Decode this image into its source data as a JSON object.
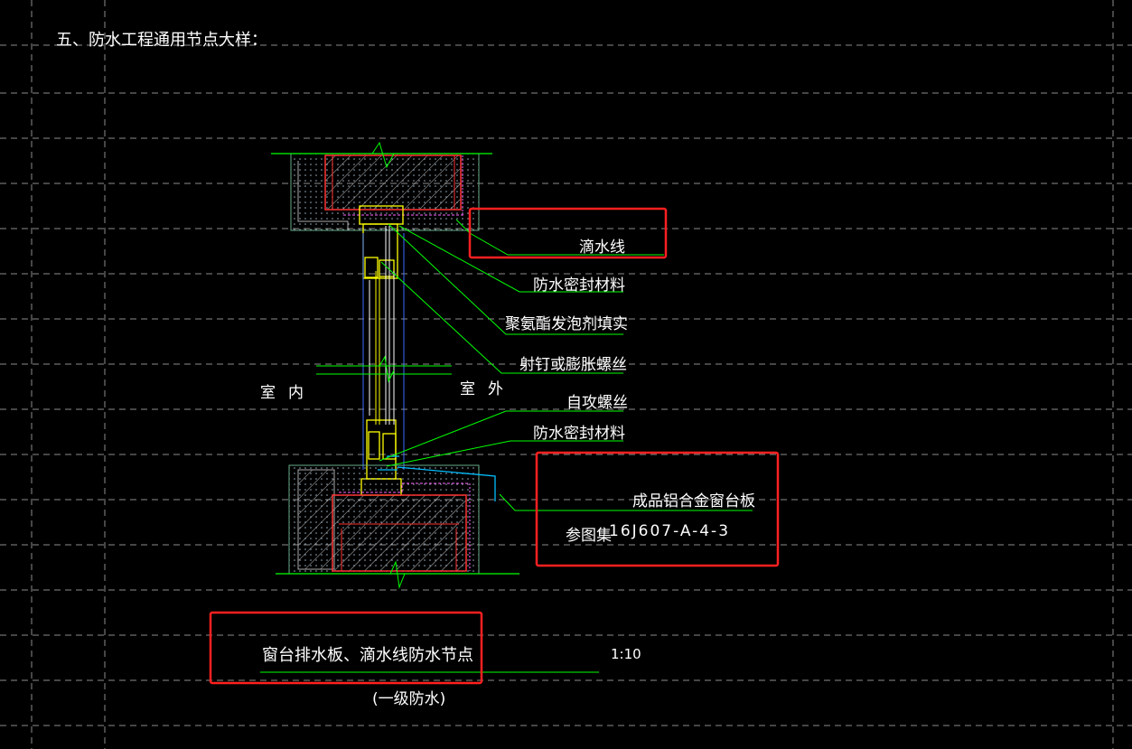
{
  "section_title": "五、防水工程通用节点大样：",
  "labels": {
    "drip_line": "滴水线",
    "seal_material_1": "防水密封材料",
    "foam_fill": "聚氨酯发泡剂填实",
    "nail_bolt": "射钉或膨胀螺丝",
    "self_tapping": "自攻螺丝",
    "seal_material_2": "防水密封材料",
    "sill_board": "成品铝合金窗台板",
    "ref_prefix": "参图集",
    "ref_code": "16J607-A-4-3",
    "indoor": "室内",
    "outdoor": "室外"
  },
  "caption": {
    "title": "窗台排水板、滴水线防水节点",
    "scale": "1:10",
    "grade": "(一级防水)"
  },
  "colors": {
    "background": "#000000",
    "leader_line": "#00ff00",
    "highlight_box": "#ff2020",
    "frame": "#ffff00",
    "dim_line": "#00bfff",
    "concrete": "#ff3333",
    "membrane": "#ff66ff"
  }
}
